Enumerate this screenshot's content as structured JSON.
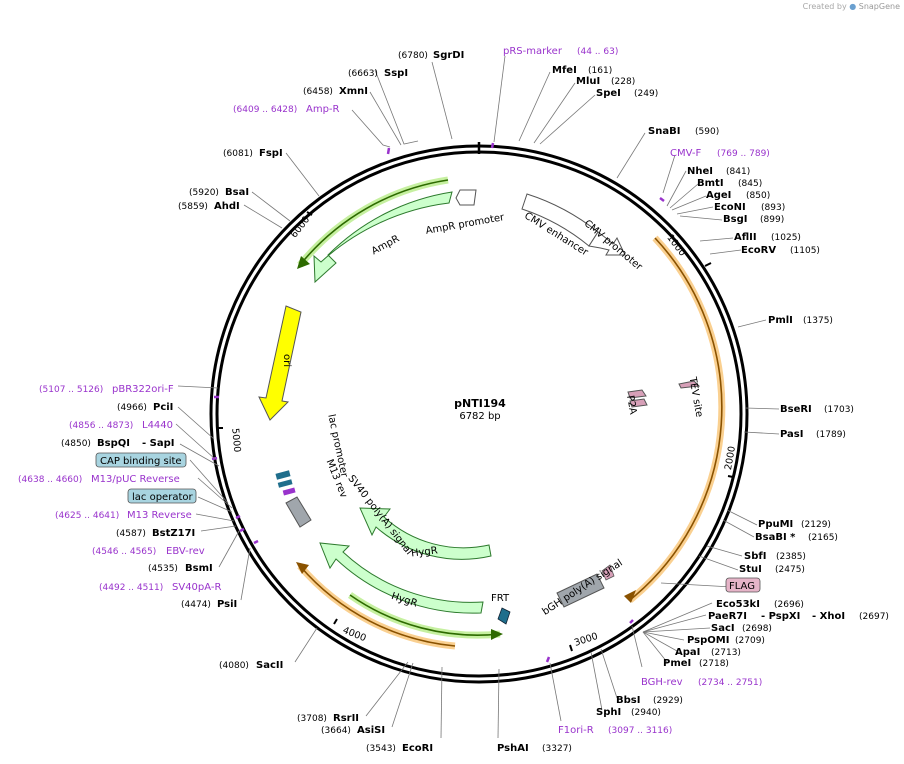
{
  "credit": {
    "prefix": "Created by",
    "brand": "SnapGene"
  },
  "plasmid": {
    "name": "pNTI194",
    "size": "6782 bp",
    "length": 6782
  },
  "colors": {
    "backbone": "#000000",
    "feature_arrow_fill": "#ccffcc",
    "feature_arrow_stroke": "#2d7a2d",
    "promoter_fill": "#ffffff",
    "ori_fill": "#ffff00",
    "orf_line": "#2d6a00",
    "orf_glow": "#c6f0a0",
    "orf_orange": "#8a5200",
    "orf_orange_glow": "#fad090",
    "primer": "#9933cc",
    "enzyme_text": "#000000",
    "tag_fill": "#e6b4c8",
    "grey_feature": "#a0a6ac",
    "boxed_label_fill": "#a8d4e0"
  },
  "ticks": [
    "1000",
    "2000",
    "3000",
    "4000",
    "5000",
    "6000"
  ],
  "enzymes": [
    {
      "name": "SgrDI",
      "pos": "(6780)"
    },
    {
      "name": "MfeI",
      "pos": "(161)"
    },
    {
      "name": "MluI",
      "pos": "(228)"
    },
    {
      "name": "SpeI",
      "pos": "(249)"
    },
    {
      "name": "SnaBI",
      "pos": "(590)"
    },
    {
      "name": "NheI",
      "pos": "(841)"
    },
    {
      "name": "BmtI",
      "pos": "(845)"
    },
    {
      "name": "AgeI",
      "pos": "(850)"
    },
    {
      "name": "EcoNI",
      "pos": "(893)"
    },
    {
      "name": "BsgI",
      "pos": "(899)"
    },
    {
      "name": "AflII",
      "pos": "(1025)"
    },
    {
      "name": "EcoRV",
      "pos": "(1105)"
    },
    {
      "name": "PmlI",
      "pos": "(1375)"
    },
    {
      "name": "BseRI",
      "pos": "(1703)"
    },
    {
      "name": "PasI",
      "pos": "(1789)"
    },
    {
      "name": "PpuMI",
      "pos": "(2129)"
    },
    {
      "name": "BsaBI *",
      "pos": "(2165)"
    },
    {
      "name": "SbfI",
      "pos": "(2385)"
    },
    {
      "name": "StuI",
      "pos": "(2475)"
    },
    {
      "name": "Eco53kI",
      "pos": "(2696)"
    },
    {
      "name": "PaeR7I",
      "extra": "- PspXI",
      "extra2": "- XhoI",
      "pos": "(2697)"
    },
    {
      "name": "SacI",
      "pos": "(2698)"
    },
    {
      "name": "PspOMI",
      "pos": "(2709)"
    },
    {
      "name": "ApaI",
      "pos": "(2713)"
    },
    {
      "name": "PmeI",
      "pos": "(2718)"
    },
    {
      "name": "BbsI",
      "pos": "(2929)"
    },
    {
      "name": "SphI",
      "pos": "(2940)"
    },
    {
      "name": "PshAI",
      "pos": "(3327)"
    },
    {
      "name": "EcoRI",
      "pos": "(3543)"
    },
    {
      "name": "AsiSI",
      "pos": "(3664)"
    },
    {
      "name": "RsrII",
      "pos": "(3708)"
    },
    {
      "name": "SacII",
      "pos": "(4080)"
    },
    {
      "name": "PsiI",
      "pos": "(4474)"
    },
    {
      "name": "BsmI",
      "pos": "(4535)"
    },
    {
      "name": "BstZ17I",
      "pos": "(4587)"
    },
    {
      "name": "BspQI",
      "extra": "- SapI",
      "pos": "(4850)"
    },
    {
      "name": "PciI",
      "pos": "(4966)"
    },
    {
      "name": "AhdI",
      "pos": "(5859)"
    },
    {
      "name": "BsaI",
      "pos": "(5920)"
    },
    {
      "name": "FspI",
      "pos": "(6081)"
    },
    {
      "name": "XmnI",
      "pos": "(6458)"
    },
    {
      "name": "SspI",
      "pos": "(6663)"
    }
  ],
  "primers": [
    {
      "name": "pRS-marker",
      "range": "(44 .. 63)"
    },
    {
      "name": "CMV-F",
      "range": "(769 .. 789)"
    },
    {
      "name": "BGH-rev",
      "range": "(2734 .. 2751)"
    },
    {
      "name": "F1ori-R",
      "range": "(3097 .. 3116)"
    },
    {
      "name": "SV40pA-R",
      "range": "(4492 .. 4511)"
    },
    {
      "name": "EBV-rev",
      "range": "(4546 .. 4565)"
    },
    {
      "name": "M13 Reverse",
      "range": "(4625 .. 4641)"
    },
    {
      "name": "M13/pUC Reverse",
      "range": "(4638 .. 4660)"
    },
    {
      "name": "L4440",
      "range": "(4856 .. 4873)"
    },
    {
      "name": "pBR322ori-F",
      "range": "(5107 .. 5126)"
    },
    {
      "name": "Amp-R",
      "range": "(6409 .. 6428)"
    }
  ],
  "boxed_features": [
    "CAP binding site",
    "lac operator",
    "FLAG"
  ],
  "features": {
    "ampr_promoter": "AmpR promoter",
    "ampr": "AmpR",
    "cmv_enhancer": "CMV enhancer",
    "cmv_promoter": "CMV promoter",
    "ori": "ori",
    "tev": "TEV site",
    "p2a": "P2A",
    "lac_promoter": "lac promoter",
    "m13_rev": "M13 rev",
    "sv40": "SV40 poly(A) signal",
    "hygr1": "HygR",
    "hygr2": "HygR",
    "frt": "FRT",
    "bgh": "bGH poly(A) signal"
  }
}
